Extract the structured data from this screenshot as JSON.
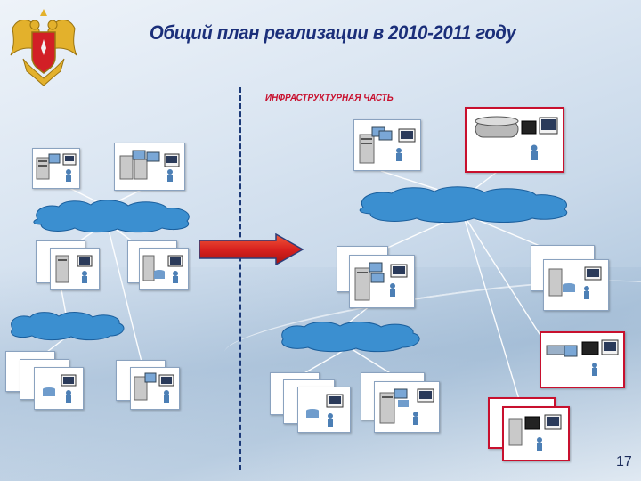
{
  "slide": {
    "title": "Общий план реализации в 2010-2011 году",
    "section_label": "ИНФРАСТРУКТУРНАЯ ЧАСТЬ",
    "page_number": "17"
  },
  "colors": {
    "title": "#1b2f7a",
    "section_label": "#c8102e",
    "highlight_border": "#c8102e",
    "cloud_fill": "#3b8fd0",
    "arrow": "#d8211f",
    "divider": "#1c3a78"
  },
  "icons": {
    "emblem": "coat-of-arms-emblem",
    "cloud": "network-cloud-icon",
    "server": "server-rack-icon",
    "monitor": "monitor-icon",
    "user": "user-icon",
    "database": "database-icon",
    "arrow": "transition-arrow-icon"
  }
}
